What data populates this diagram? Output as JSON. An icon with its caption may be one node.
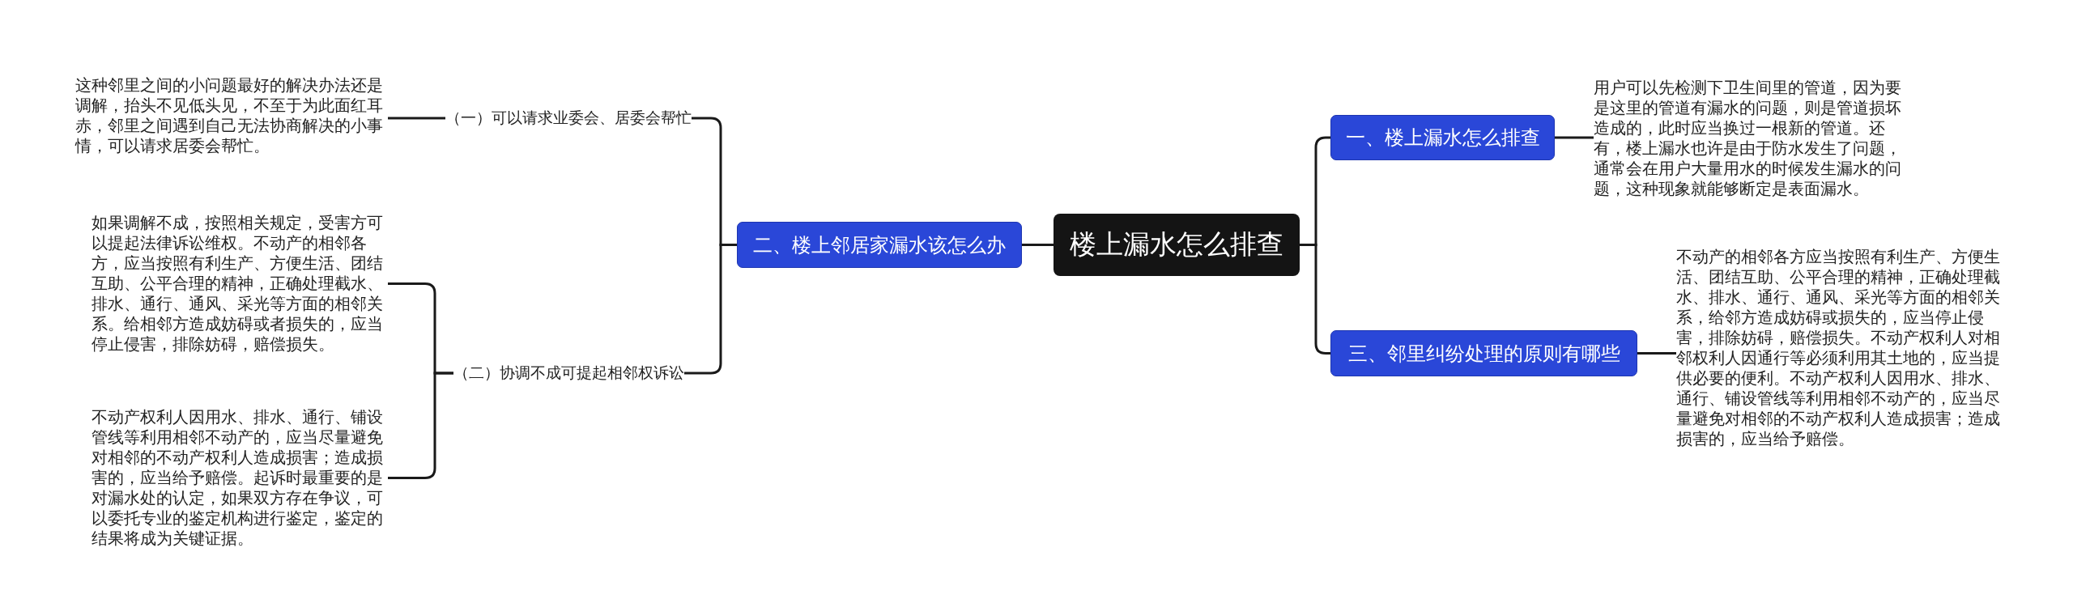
{
  "diagram": {
    "nodes": [
      {
        "text": [
          "楼上漏水怎么排查"
        ]
      },
      {
        "text": [
          "一、楼上漏水怎么排查"
        ]
      },
      {
        "text": [
          "用户可以先检测下卫生间里的管道，因为要是这里的管道有漏水的问题，则是管道损坏造成的，此时应当换过一根新的管道。还有，楼上漏水也许是由于防水发生了问题，通常会在用户大量用水的时候发生漏水的问题，这种现象就能够断定是表面漏水。"
        ]
      },
      {
        "text": [
          "三、邻里纠纷处理的原则有哪些"
        ]
      },
      {
        "text": [
          "不动产的相邻各方应当按照有利生产、方便生活、团结互助、公平合理的精神，正确处理截水、排水、通行、通风、采光等方面的相邻关系，给邻方造成妨碍或损失的，应当停止侵害，排除妨碍，赔偿损失。不动产权利人对相邻权利人因通行等必须利用其土地的，应当提供必要的便利。不动产权利人因用水、排水、通行、铺设管线等利用相邻不动产的，应当尽量避免对相邻的不动产权利人造成损害；造成损害的，应当给予赔偿。"
        ]
      },
      {
        "text": [
          "二、楼上邻居家漏水该怎么办"
        ]
      },
      {
        "text": [
          "（一）可以请求业委会、居委会帮忙"
        ]
      },
      {
        "text": [
          "这种邻里之间的小问题最好的解决办法还是调解，抬头不见低头见，不至于为此面红耳赤，邻里之间遇到自己无法协商解决的小事情，可以请求居委会帮忙。"
        ]
      },
      {
        "text": [
          "（二）协调不成可提起相邻权诉讼"
        ]
      },
      {
        "text": [
          "如果调解不成，按照相关规定，受害方可以提起法律诉讼维权。不动产的相邻各方，应当按照有利生产、方便生活、团结互助、公平合理的精神，正确处理截水、排水、通行、通风、采光等方面的相邻关系。给相邻方造成妨碍或者损失的，应当停止侵害，排除妨碍，赔偿损失。"
        ]
      },
      {
        "text": [
          "不动产权利人因用水、排水、通行、铺设管线等利用相邻不动产的，应当尽量避免对相邻的不动产权利人造成损害；造成损害的，应当给予赔偿。起诉时最重要的是对漏水处的认定，如果双方存在争议，可以委托专业的鉴定机构进行鉴定，鉴定的结果将成为关键证据。"
        ]
      }
    ],
    "edges": [
      {
        "from": 0,
        "to": 1,
        "arrow": "none"
      },
      {
        "from": 1,
        "to": 2,
        "arrow": "none"
      },
      {
        "from": 0,
        "to": 3,
        "arrow": "none"
      },
      {
        "from": 3,
        "to": 4,
        "arrow": "none"
      },
      {
        "from": 0,
        "to": 5,
        "arrow": "none"
      },
      {
        "from": 5,
        "to": 6,
        "arrow": "none"
      },
      {
        "from": 6,
        "to": 7,
        "arrow": "none"
      },
      {
        "from": 5,
        "to": 8,
        "arrow": "none"
      },
      {
        "from": 8,
        "to": 9,
        "arrow": "none"
      },
      {
        "from": 8,
        "to": 10,
        "arrow": "none"
      }
    ]
  }
}
